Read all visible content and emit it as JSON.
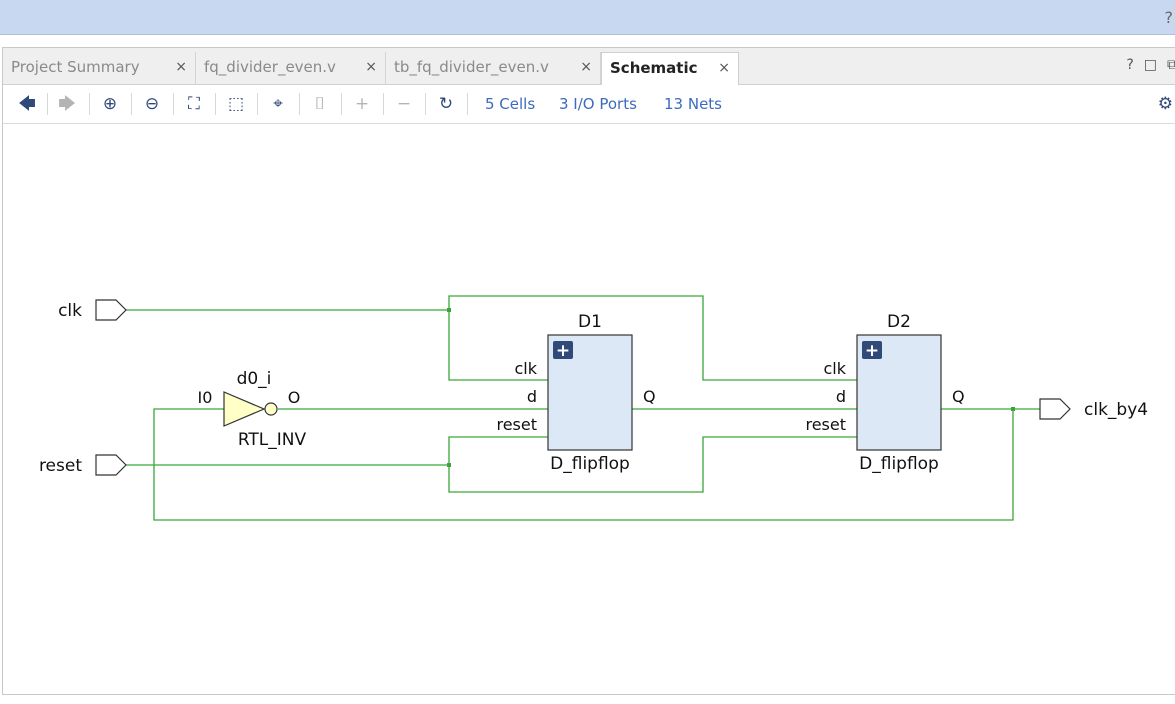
{
  "topbar": {
    "help": "?"
  },
  "tabs": [
    {
      "label": "Project Summary",
      "active": false
    },
    {
      "label": "fq_divider_even.v",
      "active": false
    },
    {
      "label": "tb_fq_divider_even.v",
      "active": false
    },
    {
      "label": "Schematic",
      "active": true
    }
  ],
  "tab_close": "×",
  "tab_icons": {
    "help": "?",
    "restore": "□",
    "float": "⧉"
  },
  "toolbar": {
    "icons": {
      "back": "🡄",
      "forward": "🡆",
      "zoom_in": "⊕",
      "zoom_out": "⊖",
      "zoom_fit": "⛶",
      "zoom_area": "⬚",
      "select": "⌖",
      "toggle_view": "⌷",
      "expand": "+",
      "collapse": "−",
      "refresh": "↻",
      "settings": "⚙"
    },
    "cells": "5 Cells",
    "io_ports": "3 I/O Ports",
    "nets": "13 Nets"
  },
  "schematic": {
    "ports": {
      "clk": "clk",
      "reset": "reset",
      "out": "clk_by4"
    },
    "inverter": {
      "name": "d0_i",
      "type": "RTL_INV",
      "pin_in": "I0",
      "pin_out": "O"
    },
    "cells": [
      {
        "name": "D1",
        "type": "D_flipflop",
        "pin_clk": "clk",
        "pin_d": "d",
        "pin_reset": "reset",
        "pin_q": "Q"
      },
      {
        "name": "D2",
        "type": "D_flipflop",
        "pin_clk": "clk",
        "pin_d": "d",
        "pin_reset": "reset",
        "pin_q": "Q"
      }
    ],
    "expand_glyph": "+",
    "colors": {
      "wire": "#3aa63a",
      "cell_fill": "#dde8f6",
      "inverter_fill": "#ffffc8",
      "expand_bg": "#2f4a78"
    }
  }
}
